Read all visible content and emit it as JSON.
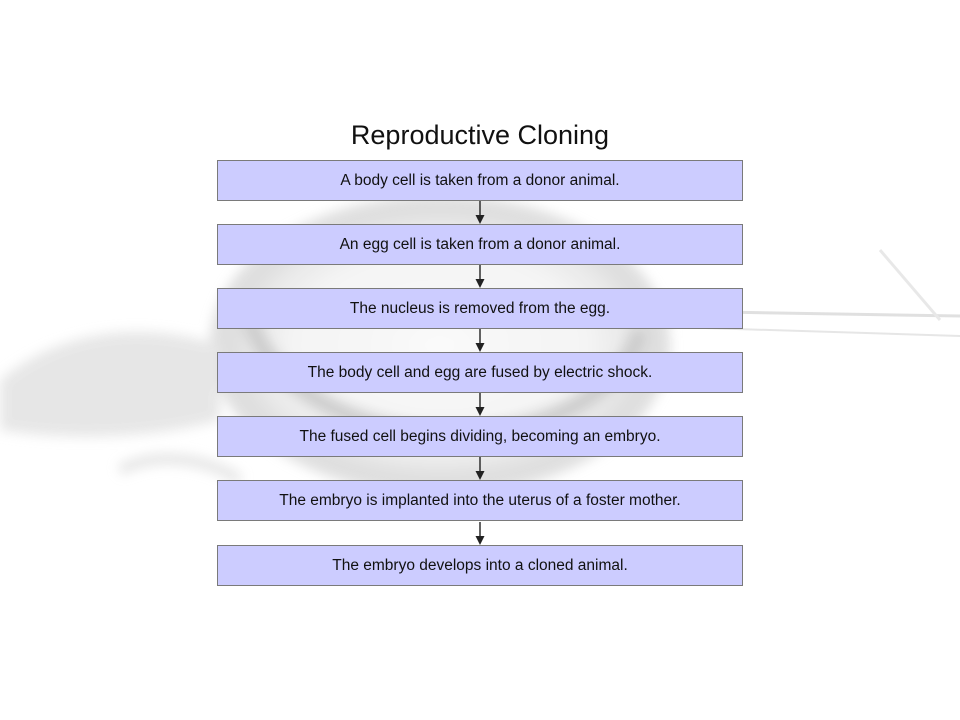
{
  "title": "Reproductive Cloning",
  "steps": [
    "A body cell is taken from a donor animal.",
    "An egg cell is taken from a donor animal.",
    "The nucleus is removed from the egg.",
    "The body cell and egg are fused by electric shock.",
    "The fused cell begins dividing, becoming an embryo.",
    "The embryo is implanted into the uterus of a foster mother.",
    "The embryo develops into a cloned animal."
  ],
  "colors": {
    "box_fill": "#ccccff",
    "box_border": "#7a7a7a",
    "arrow": "#222222"
  }
}
